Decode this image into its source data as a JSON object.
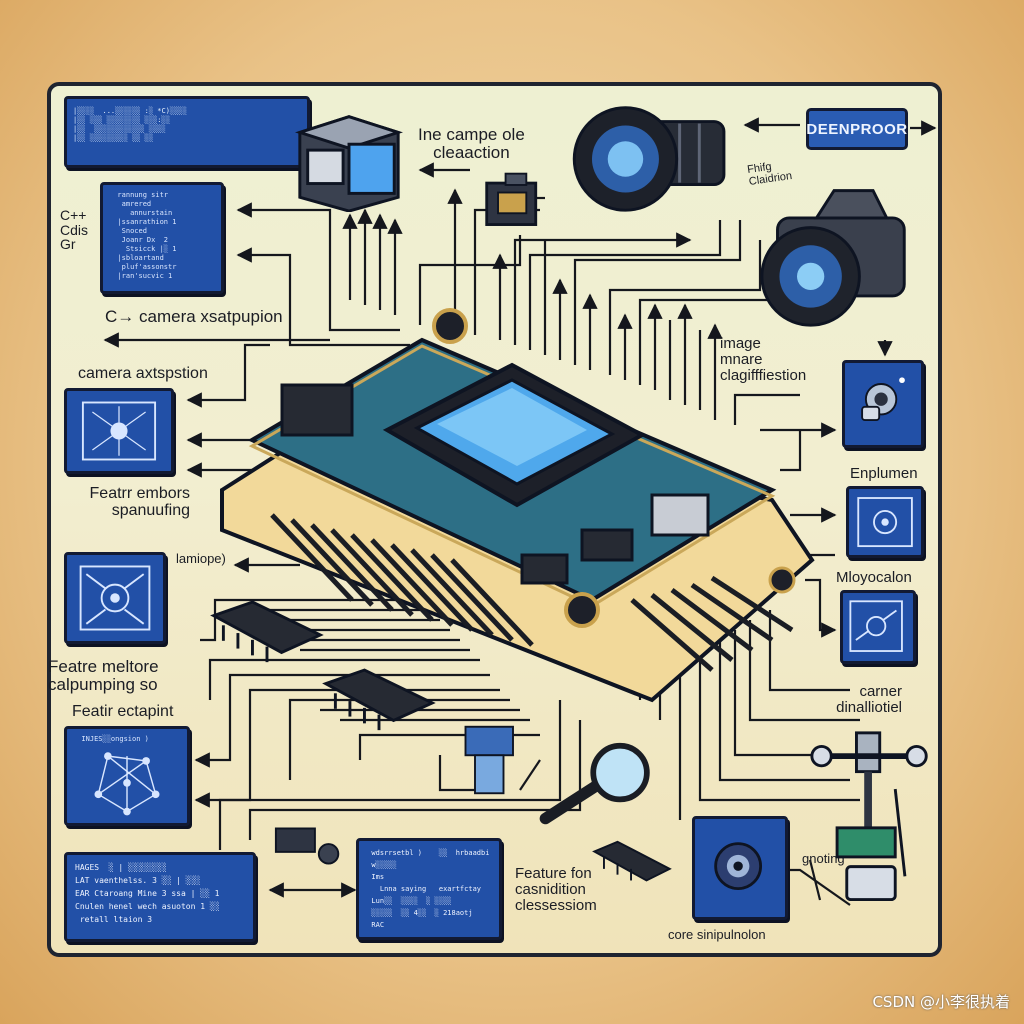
{
  "badge": {
    "label": "DEENPROOR"
  },
  "labels": {
    "top_center": "Ine campe ole\ncleaaction",
    "top_right_small": "Fhifg\nClaidrion",
    "camera_xsatpupion": "C→ camera xsatpupion",
    "camera_axtspstion": "camera axtspstion",
    "feature_embors": "Featrr embors\nspanuufing",
    "iamiope": "lamiope)",
    "feature_meltore": "Featre meltore\ncalpumping so",
    "feature_ectapint": "Featir ectapint",
    "image_mnare": "image\nmnare\nclagifffiestion",
    "enplumen": "Enplumen",
    "mloyocalon": "Mloyocalon",
    "carner": "carner\ndinalliotiel",
    "gnoting": "gnoting",
    "feature_fon": "Feature fon\ncasnidition\nclessessiom",
    "core": "core sinipulnolon",
    "side_letters": "C++\nCdis\nGr"
  },
  "panels": {
    "top_left": "|░░░░  ...░░░░░░ :░ *C)░░░░\n|░░ ░░░ ░░░░░░░░ ░░░:░░\n|░░  ░░░░░░░░░░░░ ░░░░\n|░░ ░░░░░░░░░ ░░ ░░",
    "left_code": "  rannung sitr\n   amrered\n     annurstain\n  |ssanrathion 1\n   Snoced\n   Joanr Dx  2\n    Stsicck |░ 1\n  |sbloartand\n   pluf'assonstr\n  |ran'sucvic 1",
    "bottom_left": "HAGES  ░ | ░░░░░░░░\nLAT vaenthelss. 3 ░░ | ░░░\nEAR Ctaroang Mine 3 ssa | ░░ 1\nCnulen henel wech asuoton 1 ░░\n retall ltaion 3",
    "bottom_center": "  wdsrrsetbl )    ░░  hrbaadbi\n  w░░░░░\n  Ims\n    Lnna saying   exartfctay\n  Lun░░  ░░░░  ░ ░░░░\n  ░░░░░  ░░ 4░░  ░ 218aotj\n  RAC",
    "bottom_left_box": "  INJES░░ongsion )"
  },
  "icons": [
    "camera-module-icon",
    "camera-lens-icon",
    "dslr-camera-icon",
    "webcam-icon",
    "processor-chip-icon",
    "magnifier-icon",
    "robot-arm-icon",
    "network-graph-icon",
    "neural-pattern-icon",
    "connector-icon",
    "eye-icon"
  ],
  "colors": {
    "panel_blue": "#2250a7",
    "board_green": "#2d6f86",
    "chip_screen": "#4fa8ec",
    "outline": "#121a33"
  },
  "watermark": "CSDN @小李很执着"
}
